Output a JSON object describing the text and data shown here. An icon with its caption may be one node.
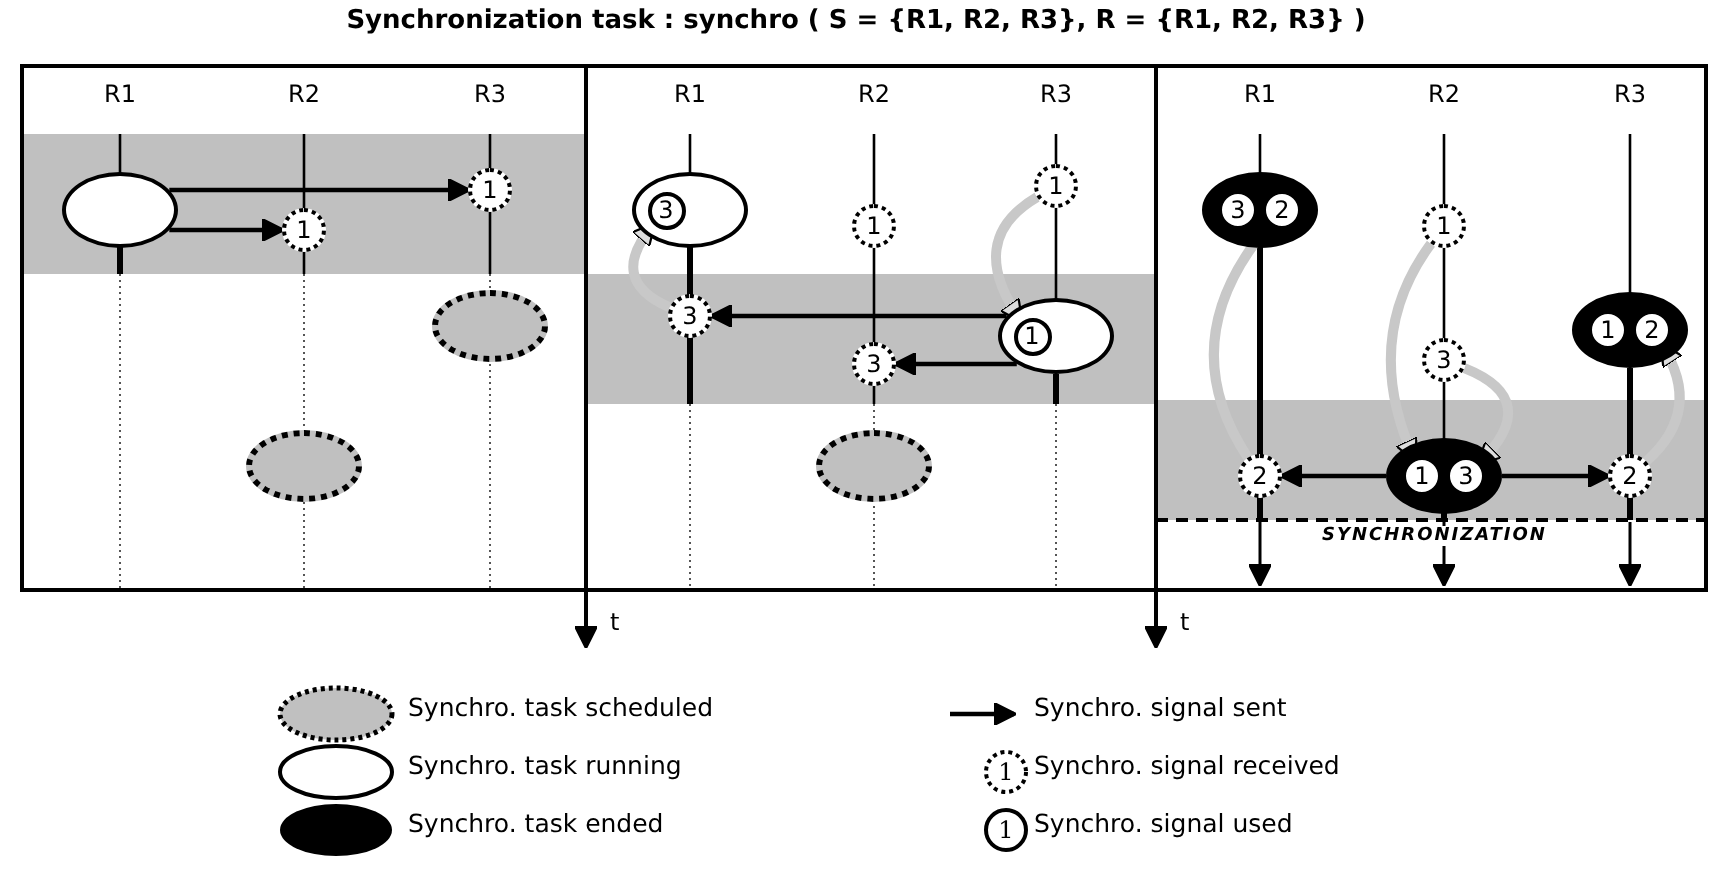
{
  "diagram": {
    "title": "Synchronization task : synchro ( S = {R1, R2, R3}, R = {R1, R2, R3} )",
    "nodes": [
      {
        "text": [],
        "shape": "ellipse"
      },
      {
        "text": [
          "1"
        ]
      },
      {
        "text": [
          "1"
        ]
      },
      {
        "text": [],
        "shape": "ellipse"
      },
      {
        "text": [],
        "shape": "ellipse"
      },
      {
        "text": [],
        "shape": "ellipse"
      },
      {
        "text": [
          "3"
        ],
        "in": 5
      },
      {
        "text": [
          "1"
        ]
      },
      {
        "text": [
          "1"
        ]
      },
      {
        "text": [
          "3"
        ]
      },
      {
        "text": [],
        "shape": "ellipse"
      },
      {
        "text": [
          "1"
        ],
        "in": 10
      },
      {
        "text": [
          "3"
        ]
      },
      {
        "text": [],
        "shape": "ellipse"
      },
      {
        "text": [],
        "shape": "ellipse"
      },
      {
        "text": [
          "3"
        ],
        "in": 14
      },
      {
        "text": [
          "2"
        ],
        "in": 14
      },
      {
        "text": [
          "1"
        ]
      },
      {
        "text": [
          "3"
        ]
      },
      {
        "text": [],
        "shape": "ellipse"
      },
      {
        "text": [
          "1"
        ],
        "in": 19
      },
      {
        "text": [
          "2"
        ],
        "in": 19
      },
      {
        "text": [
          "2"
        ]
      },
      {
        "text": [],
        "shape": "ellipse"
      },
      {
        "text": [
          "1"
        ],
        "in": 23
      },
      {
        "text": [
          "3"
        ],
        "in": 23
      },
      {
        "text": [
          "2"
        ]
      }
    ],
    "edges": [
      {
        "from": 0,
        "to": 1,
        "arrow": "to"
      },
      {
        "from": 0,
        "to": 2,
        "arrow": "to"
      },
      {
        "from": 10,
        "to": 9,
        "arrow": "to"
      },
      {
        "from": 10,
        "to": 12,
        "arrow": "to"
      },
      {
        "from": 9,
        "to": 6,
        "arrow": "to",
        "style": "thick",
        "color": "#c8c8c8"
      },
      {
        "from": 8,
        "to": 11,
        "arrow": "to",
        "style": "thick",
        "color": "#c8c8c8"
      },
      {
        "from": 23,
        "to": 22,
        "arrow": "to"
      },
      {
        "from": 23,
        "to": 26,
        "arrow": "to"
      },
      {
        "from": 22,
        "to": 16,
        "arrow": "to",
        "style": "thick",
        "color": "#c8c8c8"
      },
      {
        "from": 17,
        "to": 24,
        "arrow": "to",
        "style": "thick",
        "color": "#c8c8c8"
      },
      {
        "from": 18,
        "to": 25,
        "arrow": "to",
        "style": "thick",
        "color": "#c8c8c8"
      },
      {
        "from": 26,
        "to": 21,
        "arrow": "to",
        "style": "thick",
        "color": "#c8c8c8"
      }
    ],
    "labels": [
      "R1",
      "R2",
      "R3",
      "R1",
      "R2",
      "R3",
      "R1",
      "R2",
      "R3",
      "SYNCHRONIZATION",
      "t",
      "t",
      "1",
      "1"
    ],
    "legend": [
      {
        "text": "Synchro. task scheduled"
      },
      {
        "text": "Synchro. task running"
      },
      {
        "text": "Synchro. task ended"
      },
      {
        "text": "Synchro. signal sent"
      },
      {
        "text": "Synchro. signal received"
      },
      {
        "text": "Synchro. signal used"
      }
    ]
  }
}
